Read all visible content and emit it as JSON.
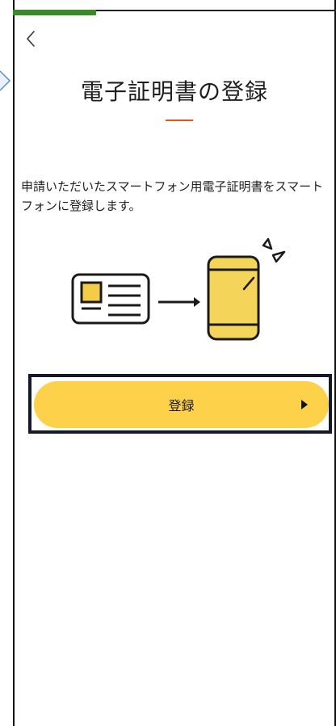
{
  "header": {
    "back_icon": "chevron-left-icon",
    "progress": 0.26,
    "progress_color": "#3a8a2a"
  },
  "page": {
    "title": "電子証明書の登録",
    "accent_color": "#e2571a",
    "description": "申請いただいたスマートフォン用電子証明書をスマートフォンに登録します。"
  },
  "illustration": {
    "icons": [
      "id-card-icon",
      "arrow-right-icon",
      "smartphone-icon",
      "sparkle-icon"
    ]
  },
  "actions": {
    "register_label": "登録",
    "register_icon": "play-icon",
    "button_color": "#fdd24a"
  }
}
